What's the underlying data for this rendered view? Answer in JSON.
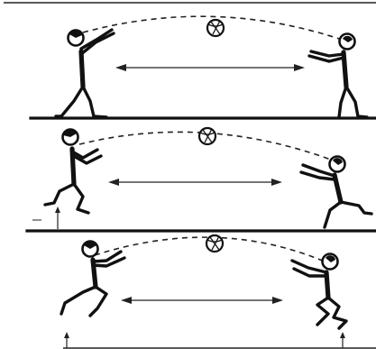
{
  "figure": {
    "panels": [
      {
        "drill": "standing-pass",
        "players": 2,
        "ball": "mid-flight"
      },
      {
        "drill": "running-pass",
        "players": 2,
        "ball": "mid-flight"
      },
      {
        "drill": "jumping-pass",
        "players": 2,
        "ball": "mid-flight"
      }
    ],
    "colors": {
      "ink": "#111111",
      "paper": "#ffffff"
    }
  }
}
